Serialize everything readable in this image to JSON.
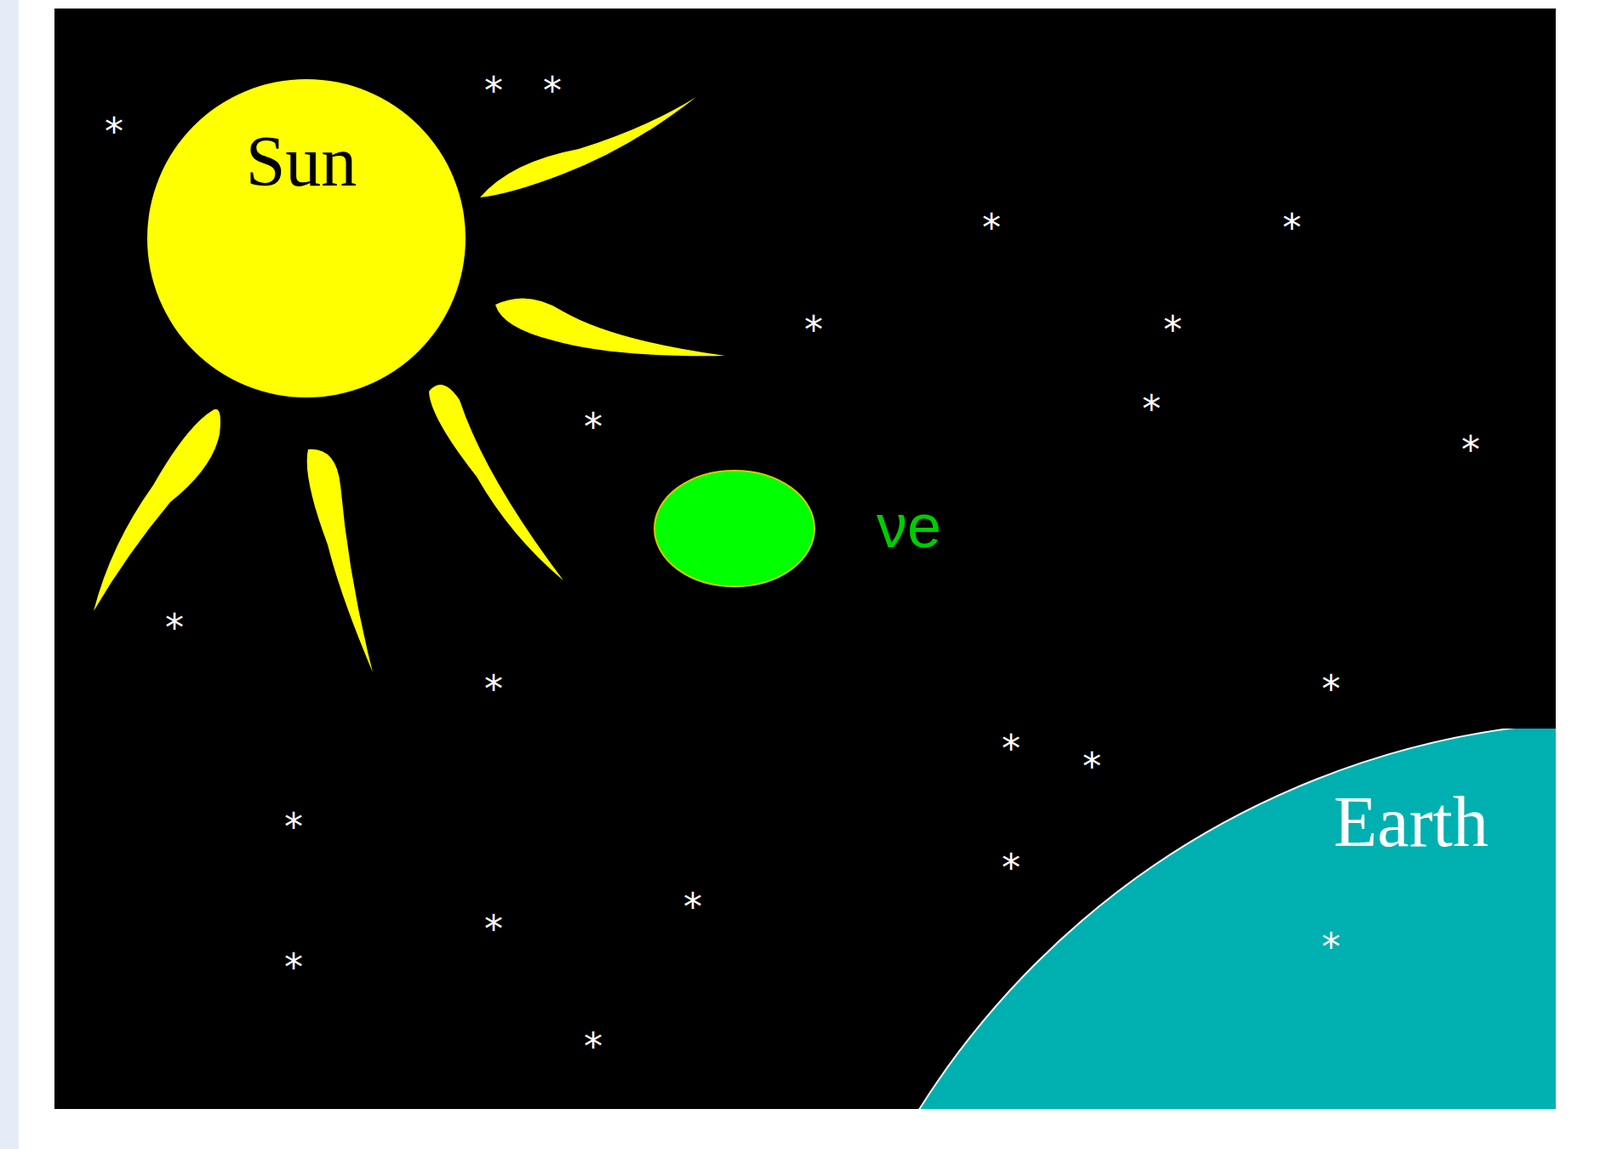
{
  "diagram": {
    "nodes": [
      {
        "text": [
          "Sun"
        ]
      },
      {
        "text": [
          "νe"
        ]
      },
      {
        "text": [
          "Earth"
        ]
      }
    ],
    "labels": [
      "*",
      "*",
      "*",
      "*",
      "*",
      "*",
      "*",
      "*",
      "*",
      "*",
      "*",
      "*",
      "*",
      "*",
      "*",
      "*",
      "*",
      "*",
      "*",
      "*",
      "*",
      "*"
    ]
  }
}
